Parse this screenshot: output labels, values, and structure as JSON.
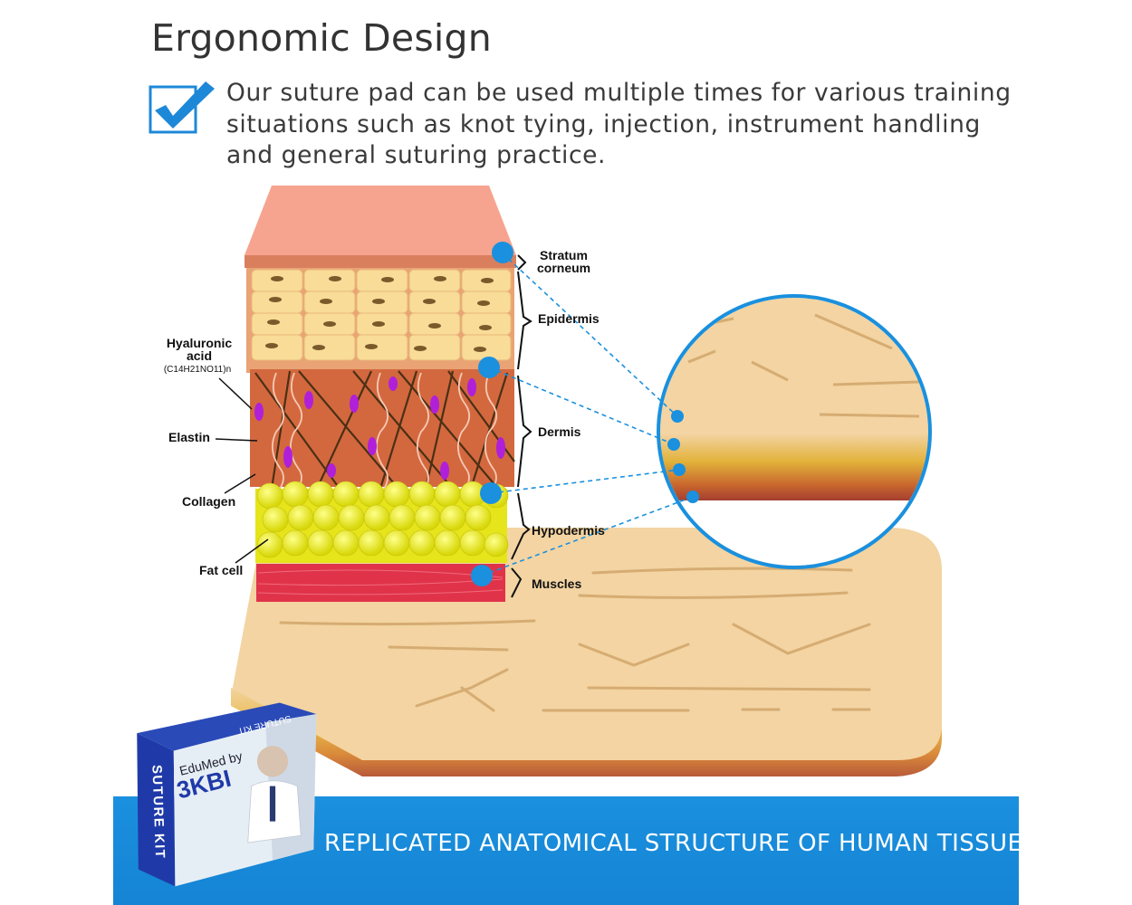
{
  "heading": "Ergonomic Design",
  "description": "Our suture pad can be used multiple times for various training situations such as knot tying, injection, instrument handling and general suturing practice.",
  "banner": "REPLICATED ANATOMICAL STRUCTURE OF HUMAN TISSUE",
  "diagram": {
    "left_labels": {
      "hyaluronic_1": "Hyaluronic",
      "hyaluronic_2": "acid",
      "formula": "(C14H21NO11)n",
      "elastin": "Elastin",
      "collagen": "Collagen",
      "fat_cell": "Fat cell"
    },
    "right_labels": {
      "stratum_1": "Stratum",
      "stratum_2": "corneum",
      "epidermis": "Epidermis",
      "dermis": "Dermis",
      "hypodermis": "Hypodermis",
      "muscles": "Muscles"
    }
  },
  "product_box": {
    "brand_line1": "EduMed by",
    "brand_line2": "3KBI",
    "side_text": "SUTURE KIT",
    "top_text": "SUTURE KIT"
  },
  "colors": {
    "accent_blue": "#1a90de",
    "check_blue": "#1e88d8",
    "pad_skin": "#f3d3a0",
    "dermis": "#d3683f",
    "fat": "#e8e81a",
    "muscle": "#e0334a"
  }
}
